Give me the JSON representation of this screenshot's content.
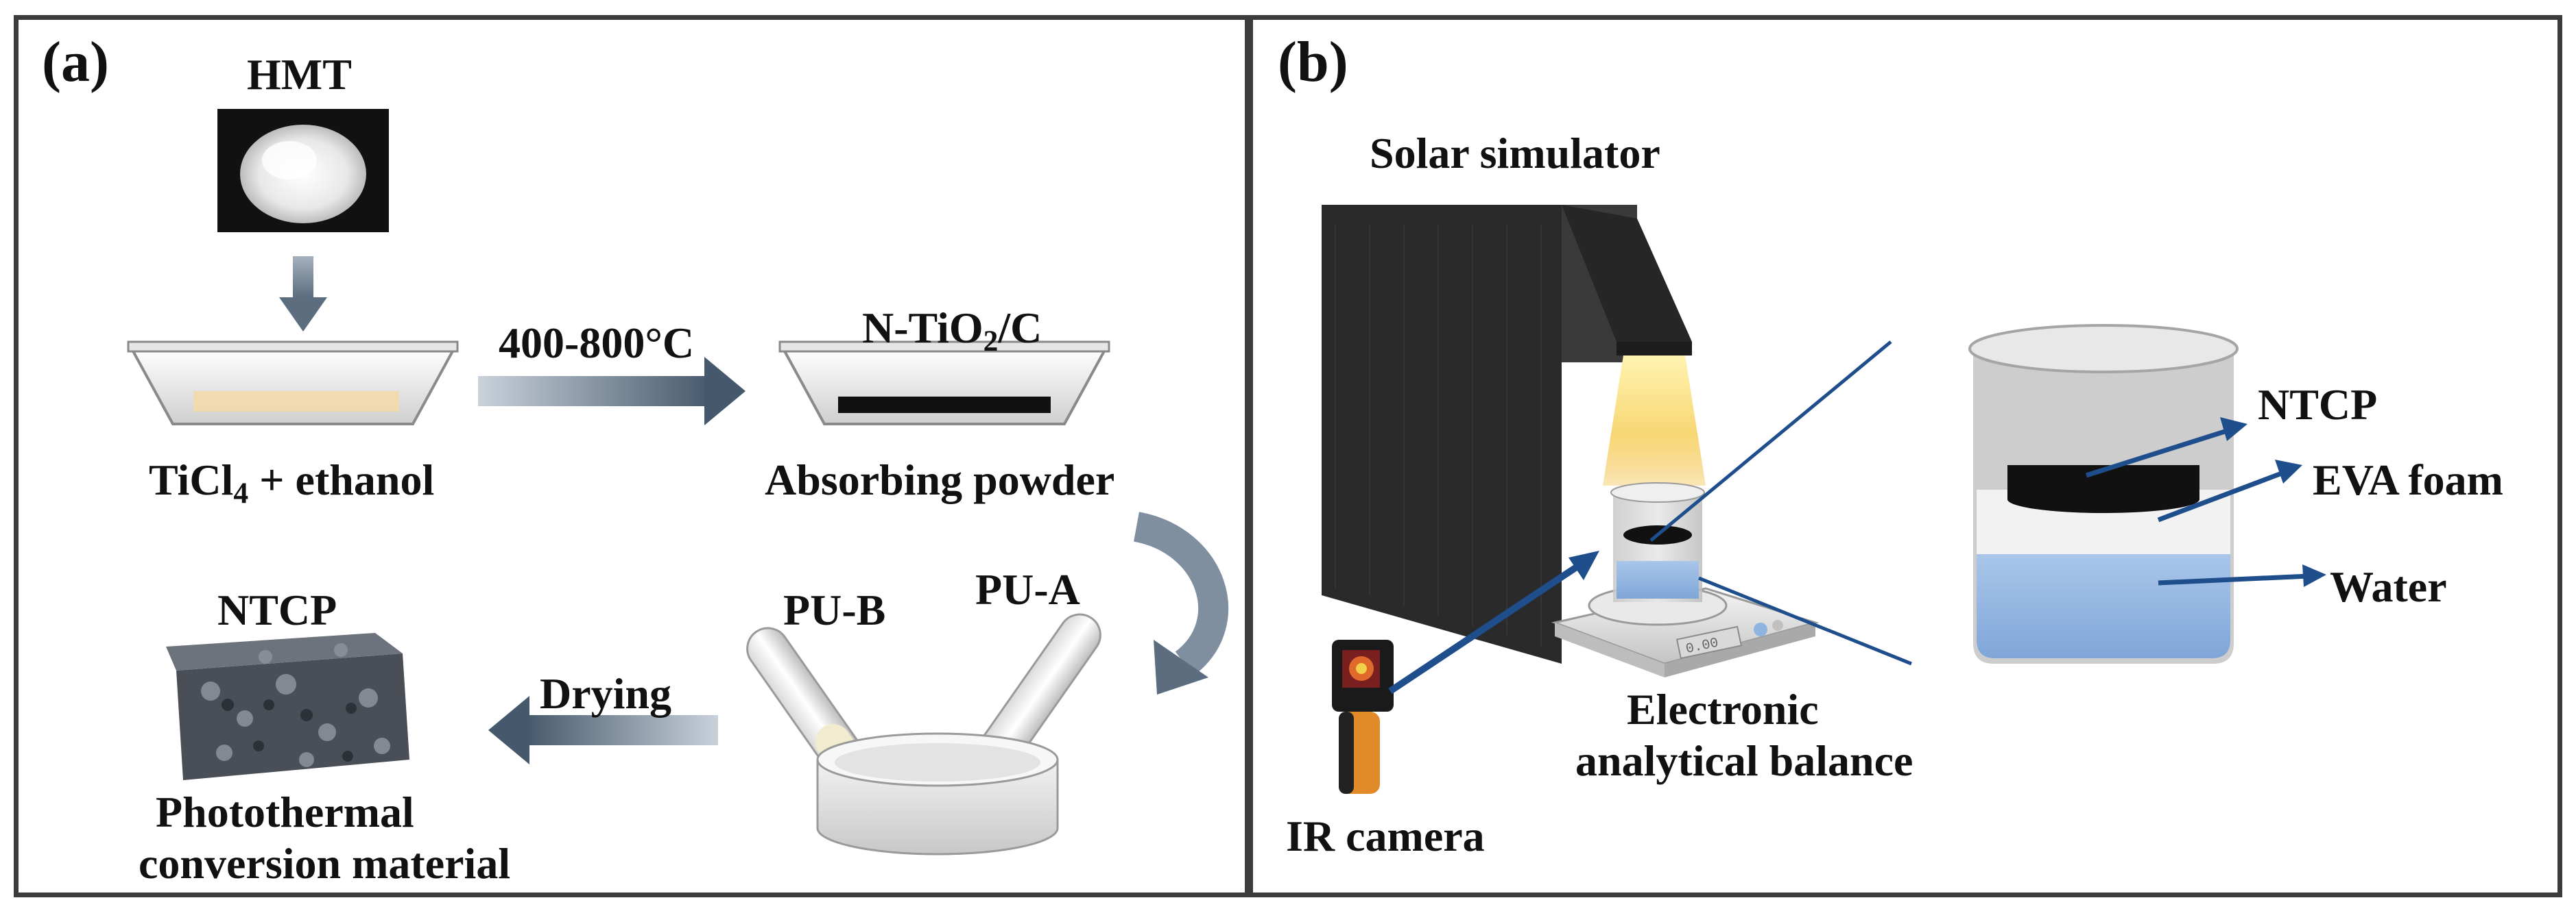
{
  "panel_a": {
    "label": "(a)",
    "hmt": "HMT",
    "temp": "400-800°C",
    "ntio2_prefix": "N-TiO",
    "ntio2_sub": "2",
    "ntio2_suffix": "/C",
    "ticl_prefix": "TiCl",
    "ticl_sub": "4",
    "ticl_suffix": " + ethanol",
    "absorbing": "Absorbing powder",
    "pub": "PU-B",
    "pua": "PU-A",
    "ntcp": "NTCP",
    "drying": "Drying",
    "photo1": "Photothermal",
    "photo2": "conversion material"
  },
  "panel_b": {
    "label": "(b)",
    "solar": "Solar simulator",
    "electronic": "Electronic",
    "analytical": "analytical balance",
    "ir": "IR camera",
    "ntcp": "NTCP",
    "eva": "EVA foam",
    "water": "Water",
    "balance_display": "0.00"
  },
  "colors": {
    "border": "#3b3b3b",
    "arrow_gray": "#6e7f8f",
    "blue_arrow": "#1f4e8c",
    "water": "#8fb4e0",
    "light_beam": "#f7d774"
  }
}
